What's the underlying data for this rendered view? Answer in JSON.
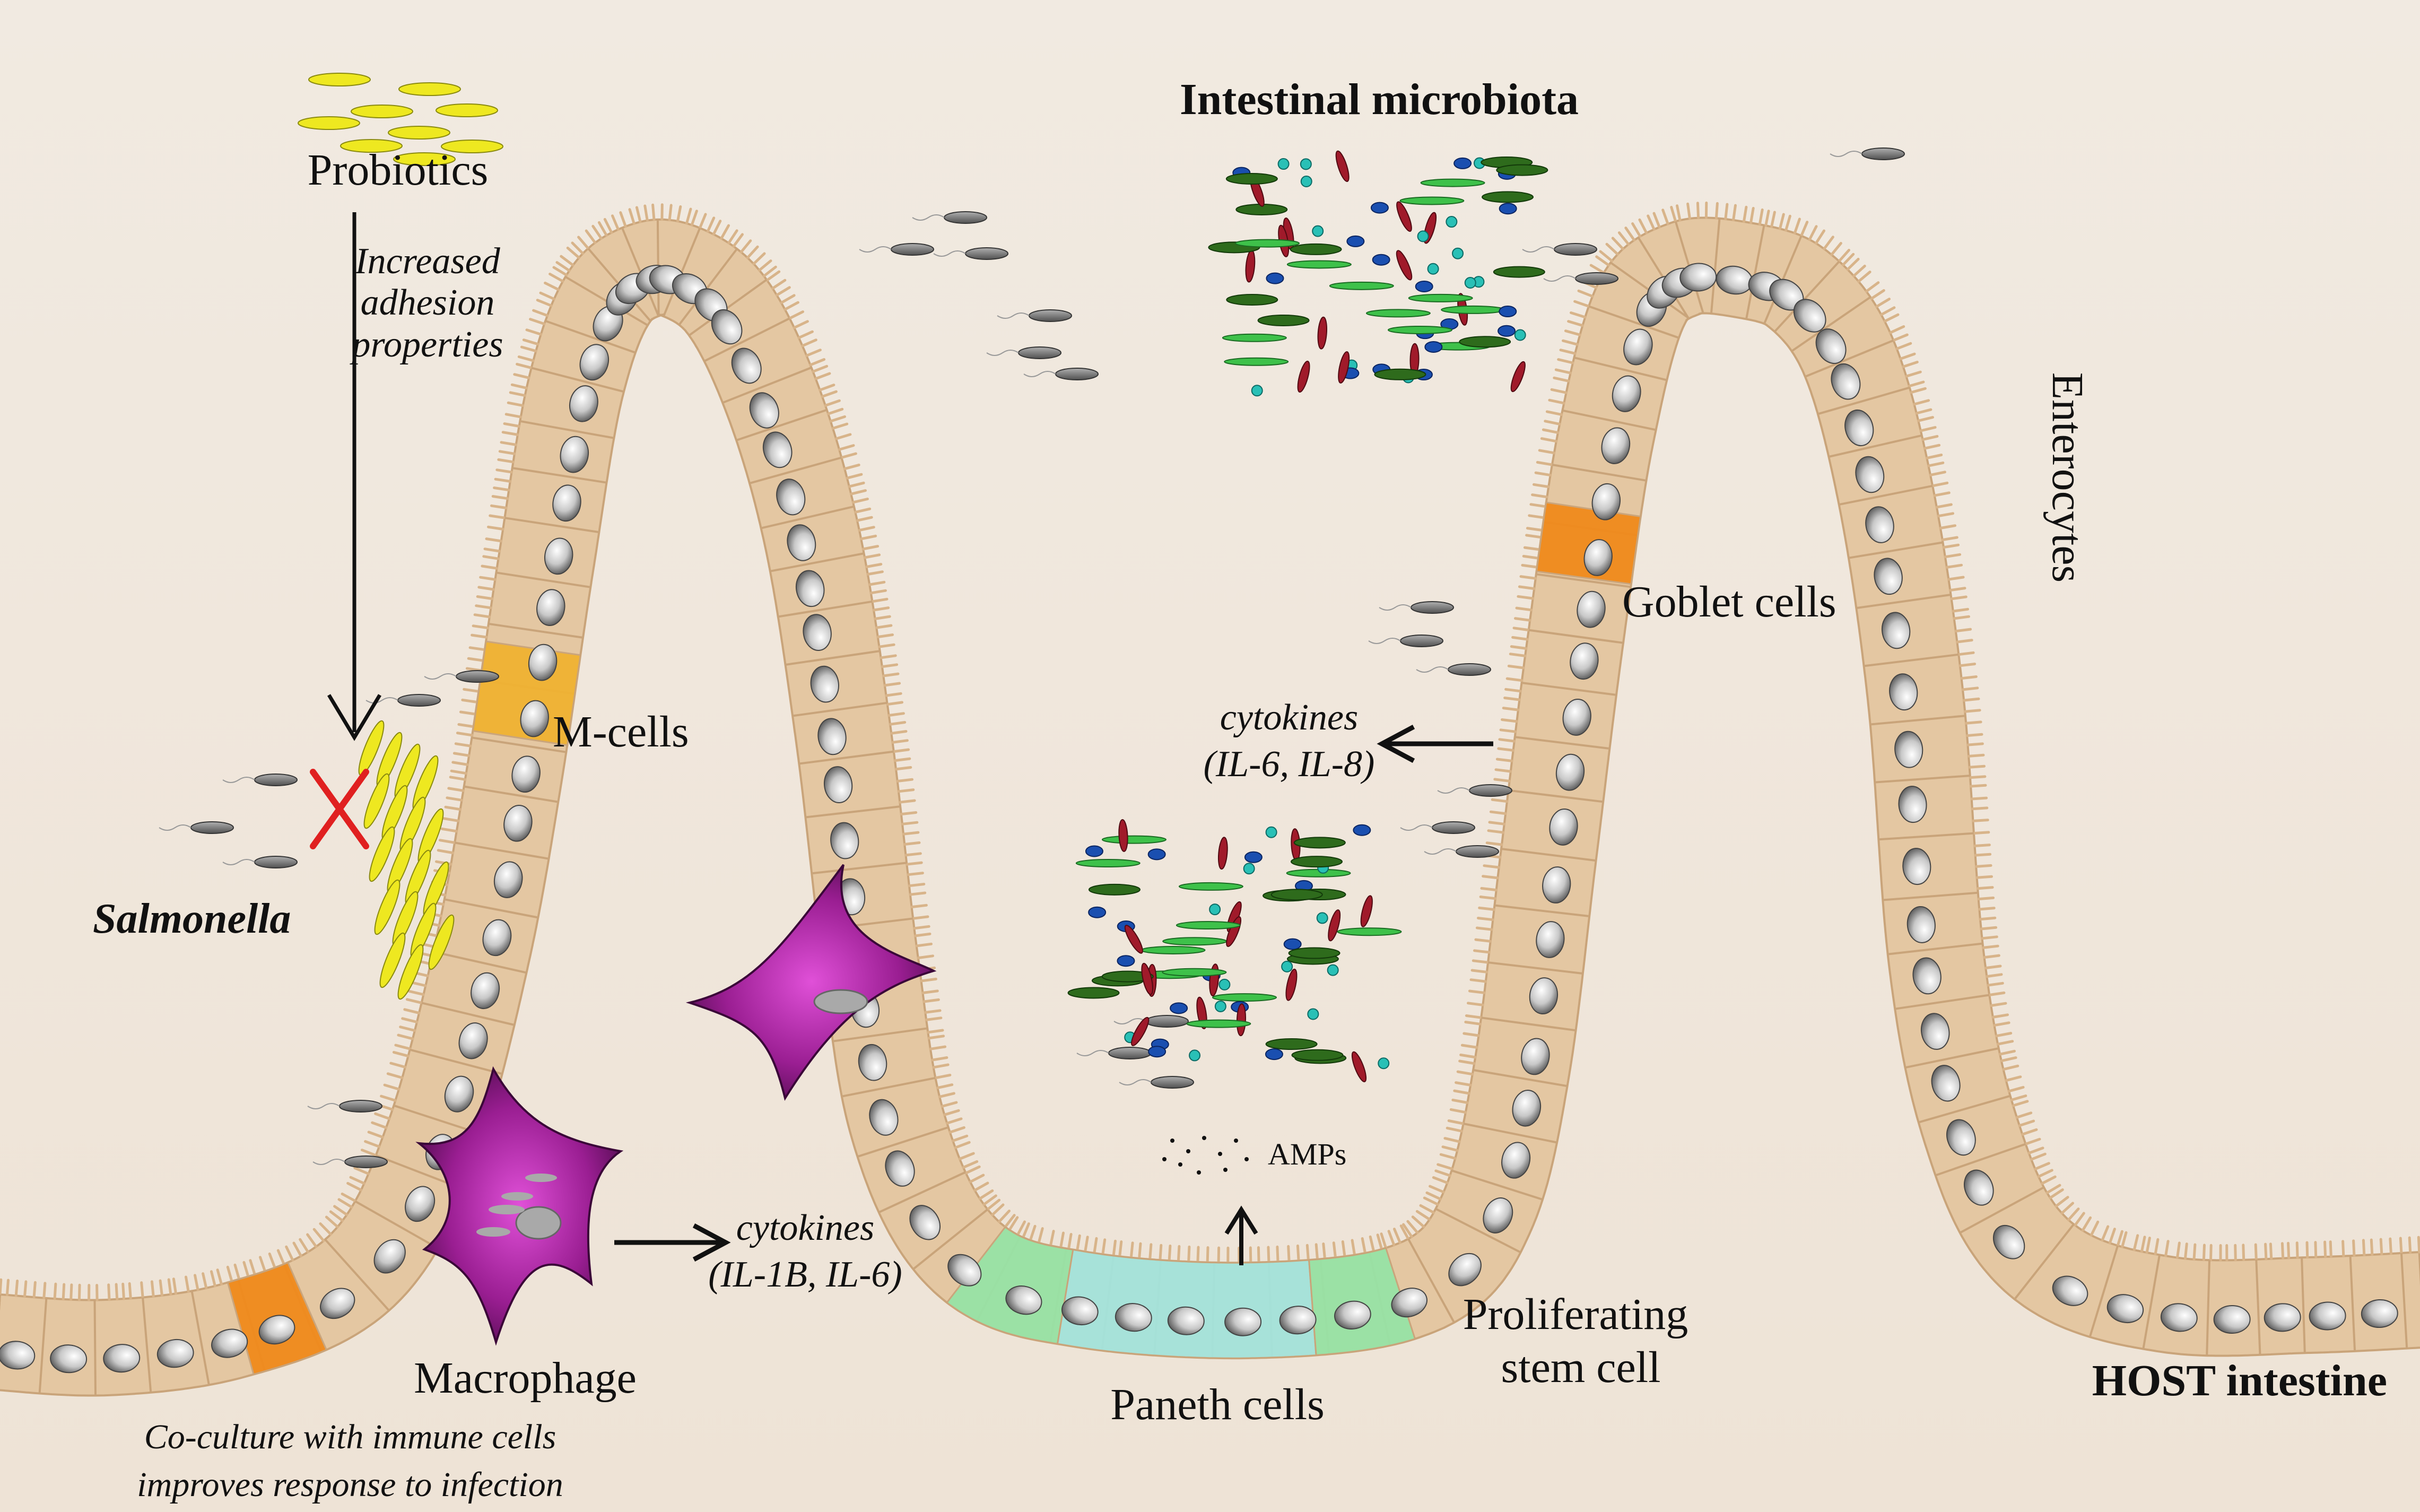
{
  "title": "Intestinal microbiota",
  "labels": {
    "probiotics": "Probiotics",
    "adhesion_line1": "Increased",
    "adhesion_line2": "adhesion",
    "adhesion_line3": "properties",
    "m_cells": "M-cells",
    "salmonella": "Salmonella",
    "macrophage": "Macrophage",
    "cytokines_macro_line1": "cytokines",
    "cytokines_macro_line2": "(IL-1B, IL-6)",
    "cytokines_enterocyte_line1": "cytokines",
    "cytokines_enterocyte_line2": "(IL-6, IL-8)",
    "goblet_cells": "Goblet cells",
    "enterocytes": "Enterocytes",
    "amps": "AMPs",
    "paneth_cells": "Paneth cells",
    "stem_cell_line1": "Proliferating",
    "stem_cell_line2": "stem cell",
    "host_intestine": "HOST intestine",
    "coculture_line1": "Co-culture with immune cells",
    "coculture_line2": "improves response to infection"
  },
  "colors": {
    "background": "#efe7dc",
    "epithelium": "#e4c7a2",
    "cell_border": "#c9a47a",
    "m_cell": "#f0b232",
    "goblet_cell": "#f08a1c",
    "paneth_cell": "#98e3a6",
    "stem_cell": "#a4e4dc",
    "macrophage": "#8a1c86",
    "probiotic": "#eee820",
    "salmonella": "#7a7a7a",
    "inhibition_x": "#e02020"
  }
}
